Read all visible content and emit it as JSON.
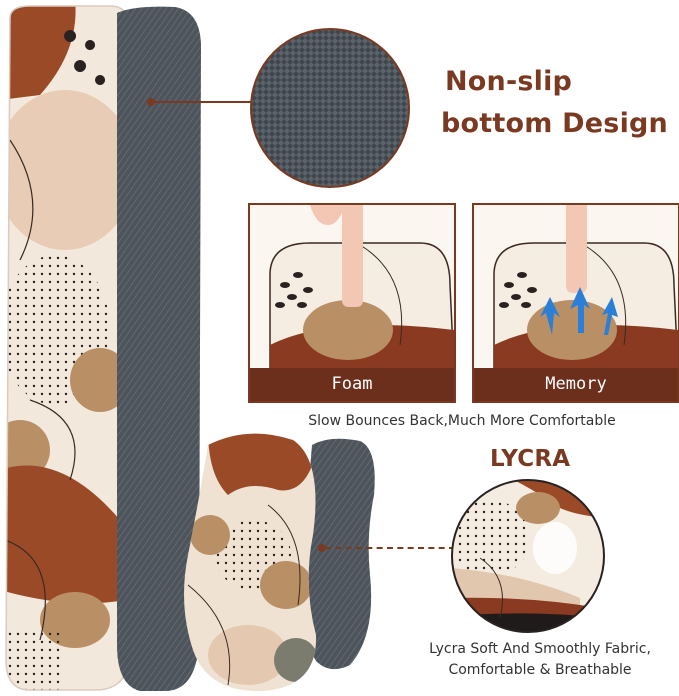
{
  "headline": {
    "line1": "Non-slip",
    "line2": "bottom Design"
  },
  "panels": [
    {
      "label": "Foam"
    },
    {
      "label": "Memory"
    }
  ],
  "comparison_caption": "Slow Bounces Back,Much More Comfortable",
  "lycra": {
    "title": "LYCRA",
    "caption_line1": "Lycra Soft And Smoothly Fabric,",
    "caption_line2": "Comfortable & Breathable"
  },
  "colors": {
    "brown": "#7a3a22",
    "rust": "#9b4a28",
    "tan": "#b98f66",
    "beige": "#e9d2bd",
    "cream": "#f5ede2",
    "denim": "#4a5158"
  }
}
